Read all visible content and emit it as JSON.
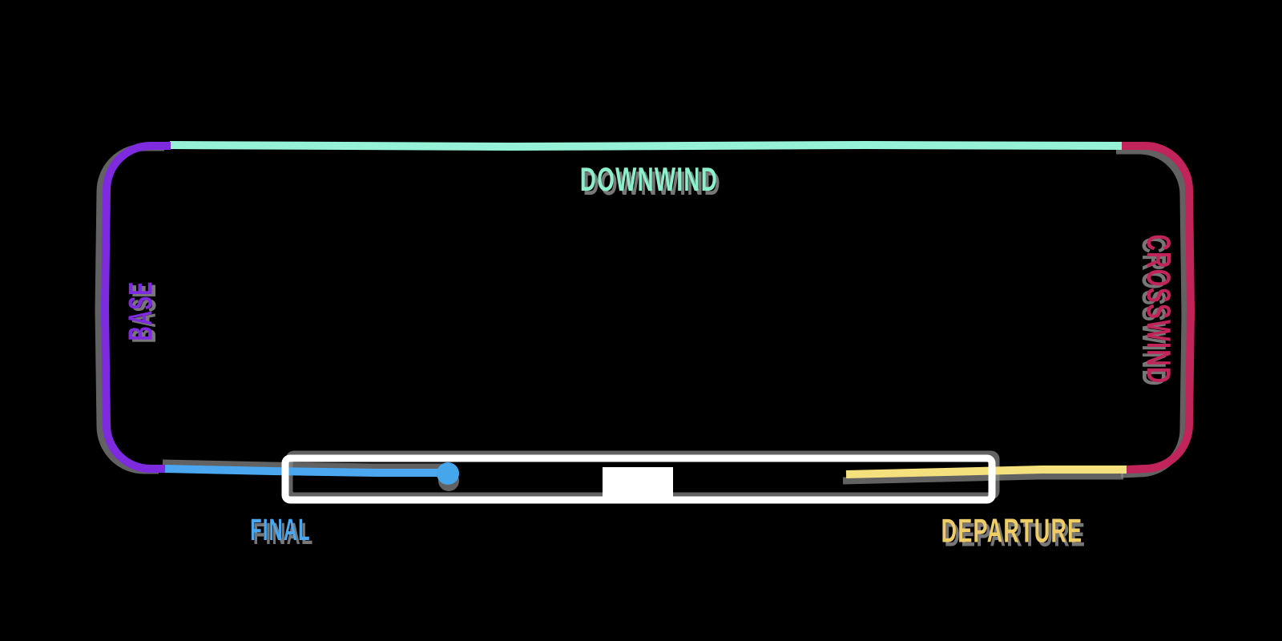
{
  "diagram": {
    "labels": {
      "downwind": "DOWNWIND",
      "base": "BASE",
      "crosswind": "CROSSWIND",
      "final": "FINAL",
      "departure": "DEPARTURE"
    },
    "colors": {
      "downwind_line": "#96F2D7",
      "downwind_label": "#8DF0CC",
      "base": "#7E2BDF",
      "crosswind": "#C0245A",
      "final": "#4AA7F0",
      "departure_line": "#F5E07E",
      "departure_label": "#EECC66",
      "runway": "#FFFFFF",
      "aircraft": "#45A6EC",
      "sketch_shadow": "#8C8C8C",
      "background": "#000000"
    }
  }
}
